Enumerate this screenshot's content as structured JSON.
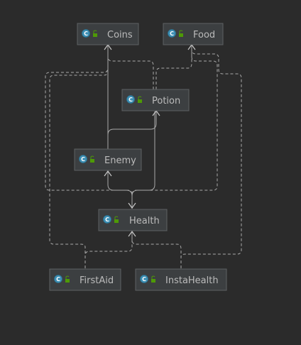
{
  "diagram": {
    "nodes": [
      {
        "id": "coins",
        "label": "Coins",
        "icon": "class-icon"
      },
      {
        "id": "food",
        "label": "Food",
        "icon": "class-icon"
      },
      {
        "id": "potion",
        "label": "Potion",
        "icon": "class-icon"
      },
      {
        "id": "enemy",
        "label": "Enemy",
        "icon": "class-icon"
      },
      {
        "id": "health",
        "label": "Health",
        "icon": "class-icon"
      },
      {
        "id": "firstaid",
        "label": "FirstAid",
        "icon": "class-icon"
      },
      {
        "id": "instahealth",
        "label": "InstaHealth",
        "icon": "class-icon"
      }
    ],
    "class_icon_letter": "C",
    "colors": {
      "background": "#2b2b2b",
      "node_fill": "#3c3f41",
      "node_border": "#5e6163",
      "edge": "#a9a9a9",
      "class_icon": "#3d8fb4",
      "visibility_icon": "#4e9a06"
    }
  }
}
